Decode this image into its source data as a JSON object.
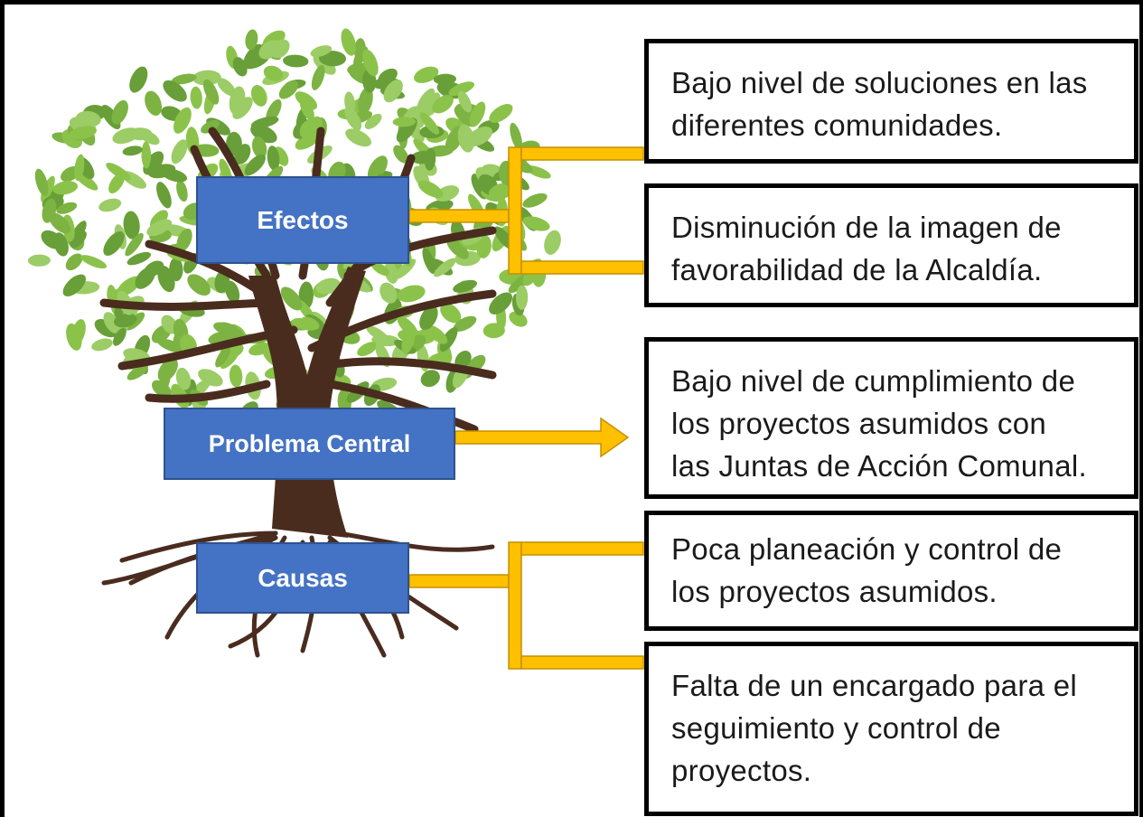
{
  "diagram": {
    "labels": {
      "effects": "Efectos",
      "central_problem": "Problema Central",
      "causes": "Causas"
    },
    "effects": [
      "Bajo nivel de soluciones en las\ndiferentes comunidades.",
      "Disminución de la imagen de\nfavorabilidad de la Alcaldía."
    ],
    "central_problem": "Bajo nivel de cumplimiento de\nlos proyectos asumidos con\nlas Juntas de Acción Comunal.",
    "causes": [
      "Poca planeación y control de\nlos proyectos asumidos.",
      "Falta de un encargado para el\nseguimiento y control de\nproyectos."
    ]
  },
  "colors": {
    "label_fill": "#4472c4",
    "label_border": "#2f528f",
    "connector": "#ffc000",
    "connector_edge": "#c49000",
    "leaf": "#7cb342",
    "trunk": "#4a2c1f"
  }
}
